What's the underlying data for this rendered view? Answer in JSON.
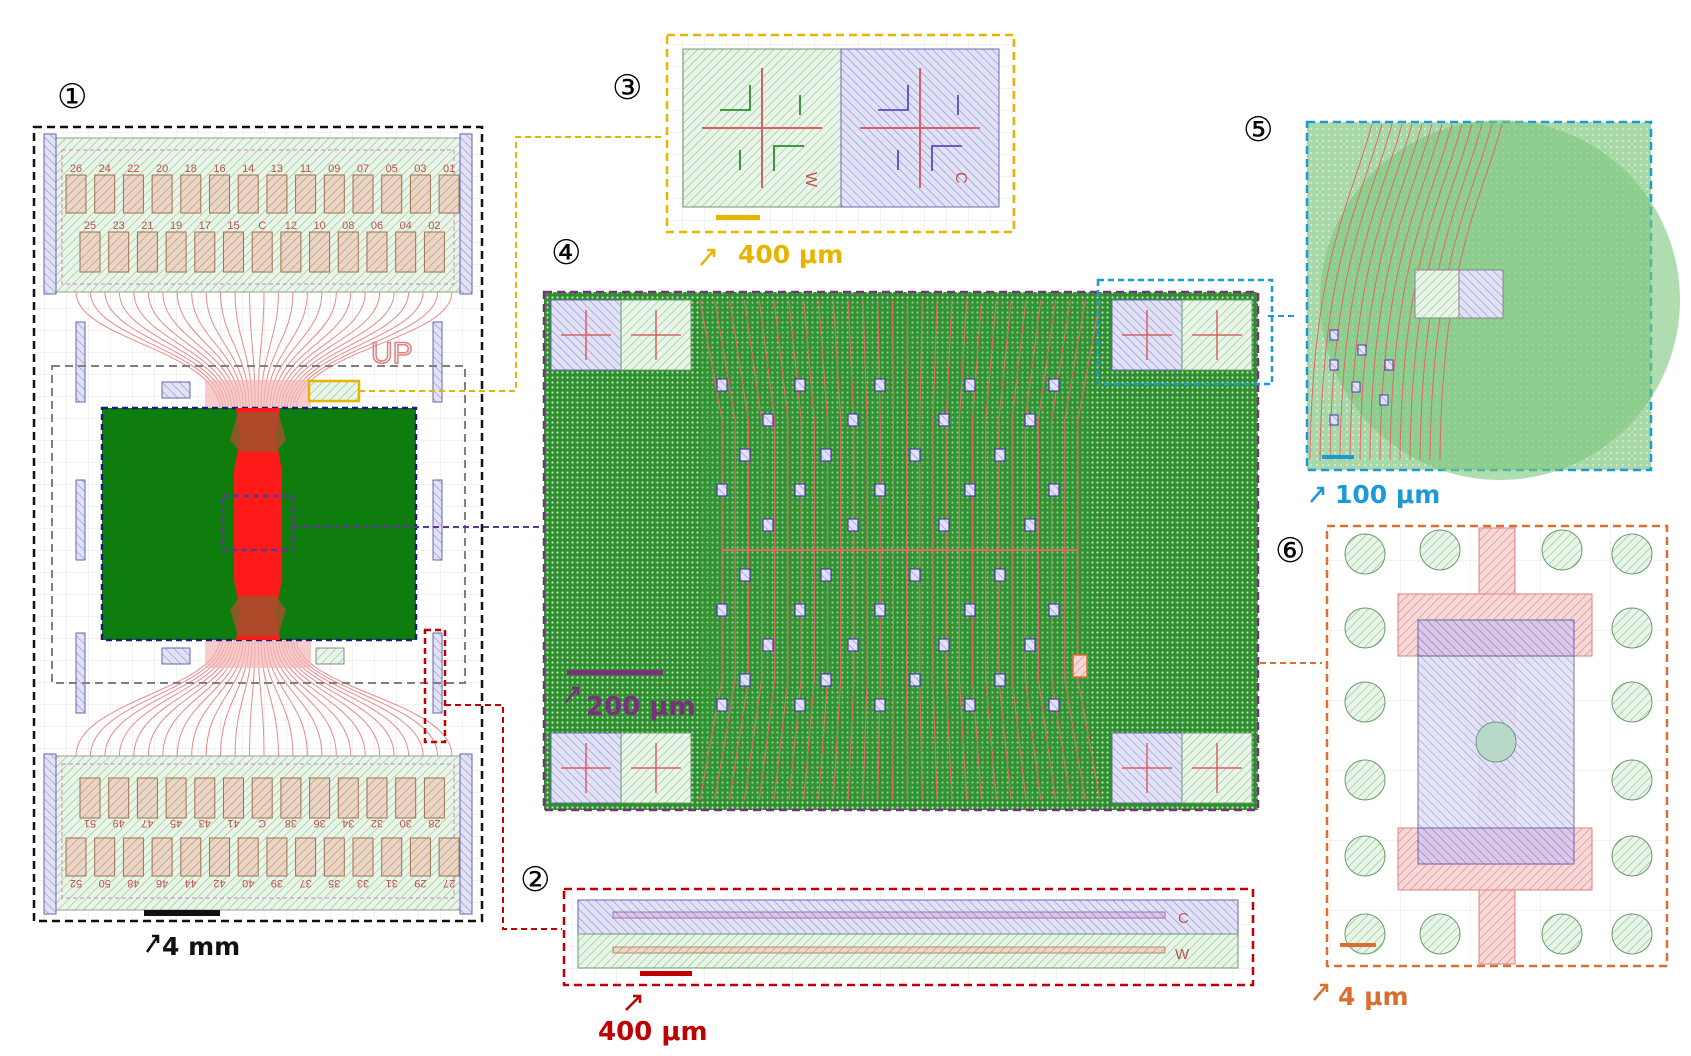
{
  "panels": {
    "p1": {
      "badge": "①",
      "scale": "4 mm",
      "up_label": "UP"
    },
    "p2": {
      "badge": "②",
      "scale": "400 μm",
      "label_c": "C",
      "label_w": "W"
    },
    "p3": {
      "badge": "③",
      "scale": "400 μm",
      "label_w": "W",
      "label_c": "C"
    },
    "p4": {
      "badge": "④",
      "scale": "200 μm"
    },
    "p5": {
      "badge": "⑤",
      "scale": "100 μm"
    },
    "p6": {
      "badge": "⑥",
      "scale": "4 μm"
    }
  },
  "pads_top_row1": [
    "26",
    "24",
    "22",
    "20",
    "18",
    "16",
    "14",
    "13",
    "11",
    "09",
    "07",
    "05",
    "03",
    "01"
  ],
  "pads_top_row2": [
    "25",
    "23",
    "21",
    "19",
    "17",
    "15",
    "C",
    "12",
    "10",
    "08",
    "06",
    "04",
    "02"
  ],
  "pads_bottom_row1": [
    "51",
    "49",
    "47",
    "45",
    "43",
    "41",
    "C",
    "38",
    "36",
    "34",
    "32",
    "30",
    "28"
  ],
  "pads_bottom_row2": [
    "52",
    "50",
    "48",
    "46",
    "44",
    "42",
    "40",
    "39",
    "37",
    "35",
    "33",
    "31",
    "29",
    "27"
  ],
  "colors": {
    "panel1": "#111111",
    "panel2": "#c00000",
    "panel3": "#e8b400",
    "panel4": "#7b2f7f",
    "panel5": "#1a9bd7",
    "panel6": "#d97030",
    "trace_red": "#e06666",
    "green_fill": "#1e7d1e",
    "active_red": "#ff1a1a",
    "pad_brown": "#c8a080",
    "hatch_green": "#6fb76f",
    "hatch_blue": "#8080d0"
  }
}
